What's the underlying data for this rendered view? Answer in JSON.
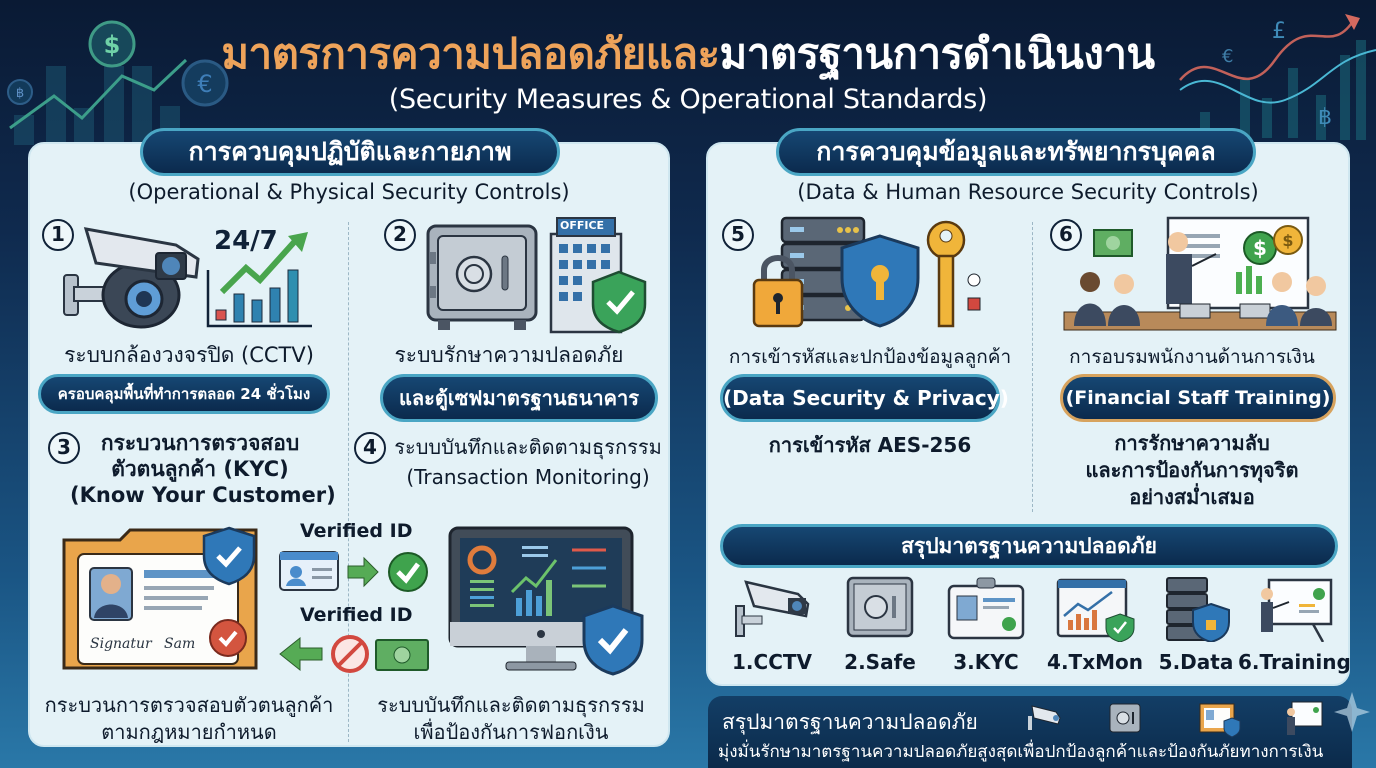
{
  "header": {
    "title_th_part1": "มาตรการความปลอดภัยและ",
    "title_th_part2": "มาตรฐานการดำเนินงาน",
    "title_en": "(Security Measures & Operational Standards)",
    "background_icons": [
      "dollar-coin-icon",
      "baht-coin-icon",
      "euro-coin-icon",
      "pound-icon",
      "baht-icon",
      "euro-icon"
    ]
  },
  "left_panel": {
    "header_th": "การควบคุมปฏิบัติและกายภาพ",
    "header_en": "(Operational & Physical Security Controls)",
    "items": [
      {
        "num": "1",
        "label_th": "ระบบกล้องวงจรปิด (CCTV)",
        "pill": "ครอบคลุมพื้นที่ทำการตลอด 24 ชั่วโมง",
        "badge": "24/7"
      },
      {
        "num": "2",
        "label_th": "ระบบรักษาความปลอดภัย",
        "pill": "และตู้เซฟมาตรฐานธนาคาร",
        "building_sign": "OFFICE"
      },
      {
        "num": "3",
        "label_lines": [
          "กระบวนการตรวจสอบ",
          "ตัวตนลูกค้า (KYC)",
          "(Know Your Customer)"
        ]
      },
      {
        "num": "4",
        "label_lines": [
          "ระบบบันทึกและติดตามธุรกรรม",
          "(Transaction Monitoring)"
        ]
      }
    ],
    "flow": {
      "verified_top": "Verified ID",
      "verified_bottom": "Verified ID",
      "signature_1": "Signatur",
      "signature_2": "Sam"
    },
    "bottom_left": [
      "กระบวนการตรวจสอบตัวตนลูกค้า",
      "ตามกฎหมายกำหนด"
    ],
    "bottom_right": [
      "ระบบบันทึกและติดตามธุรกรรม",
      "เพื่อป้องกันการฟอกเงิน"
    ]
  },
  "right_panel": {
    "header_th": "การควบคุมข้อมูลและทรัพยากรบุคคล",
    "header_en": "(Data & Human Resource Security Controls)",
    "items": [
      {
        "num": "5",
        "label_th": "การเข้ารหัสและปกป้องข้อมูลลูกค้า",
        "pill": "(Data Security & Privacy)",
        "desc": [
          "การเข้ารหัส AES-256"
        ]
      },
      {
        "num": "6",
        "label_th": "การอบรมพนักงานด้านการเงิน",
        "pill": "(Financial Staff Training)",
        "desc": [
          "การรักษาความลับ",
          "และการป้องกันการทุจริต",
          "อย่างสม่ำเสมอ"
        ]
      }
    ],
    "summary_title": "สรุปมาตรฐานความปลอดภัย",
    "summary_items": [
      {
        "icon": "cctv-camera-icon",
        "label": "1.CCTV"
      },
      {
        "icon": "safe-icon",
        "label": "2.Safe"
      },
      {
        "icon": "id-card-icon",
        "label": "3.KYC"
      },
      {
        "icon": "monitoring-chart-icon",
        "label": "4.TxMon"
      },
      {
        "icon": "server-shield-icon",
        "label": "5.Data"
      },
      {
        "icon": "trainer-presentation-icon",
        "label": "6.Training"
      }
    ]
  },
  "footer": {
    "title": "สรุปมาตรฐานความปลอดภัย",
    "subtitle": "มุ่งมั่นรักษามาตรฐานความปลอดภัยสูงสุดเพื่อปกป้องลูกค้าและป้องกันภัยทางการเงิน",
    "icons": [
      "cctv-camera-icon",
      "safe-icon",
      "id-folder-shield-icon",
      "trainer-presentation-icon"
    ]
  },
  "colors": {
    "title_accent": "#eea35a",
    "panel_bg": "#e4f2f7",
    "pill_bg": "#0b2a4d",
    "pill_border": "#4aa6c4",
    "pill_border_gold": "#d7a35e",
    "green": "#3fa34d",
    "shield_blue": "#2f78b8"
  }
}
